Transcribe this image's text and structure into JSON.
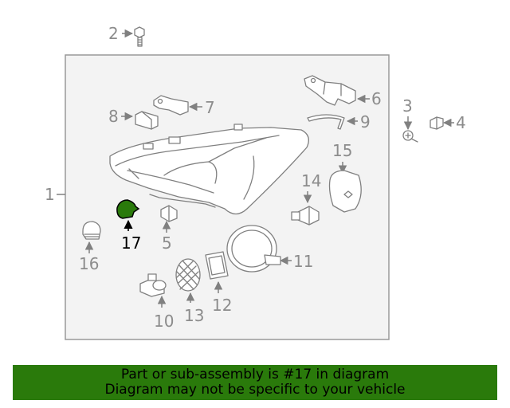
{
  "callouts": {
    "c1": "1",
    "c2": "2",
    "c3": "3",
    "c4": "4",
    "c5": "5",
    "c6": "6",
    "c7": "7",
    "c8": "8",
    "c9": "9",
    "c10": "10",
    "c11": "11",
    "c12": "12",
    "c13": "13",
    "c14": "14",
    "c15": "15",
    "c16": "16",
    "c17": "17"
  },
  "highlight": {
    "callout": "17",
    "color": "#2a7a0b"
  },
  "colors": {
    "line": "#808080",
    "frame": "#999999",
    "banner": "#2a7a0b"
  },
  "banner": {
    "line1": "Part or sub-assembly is #17 in diagram",
    "line2": "Diagram may not be specific to your vehicle"
  }
}
